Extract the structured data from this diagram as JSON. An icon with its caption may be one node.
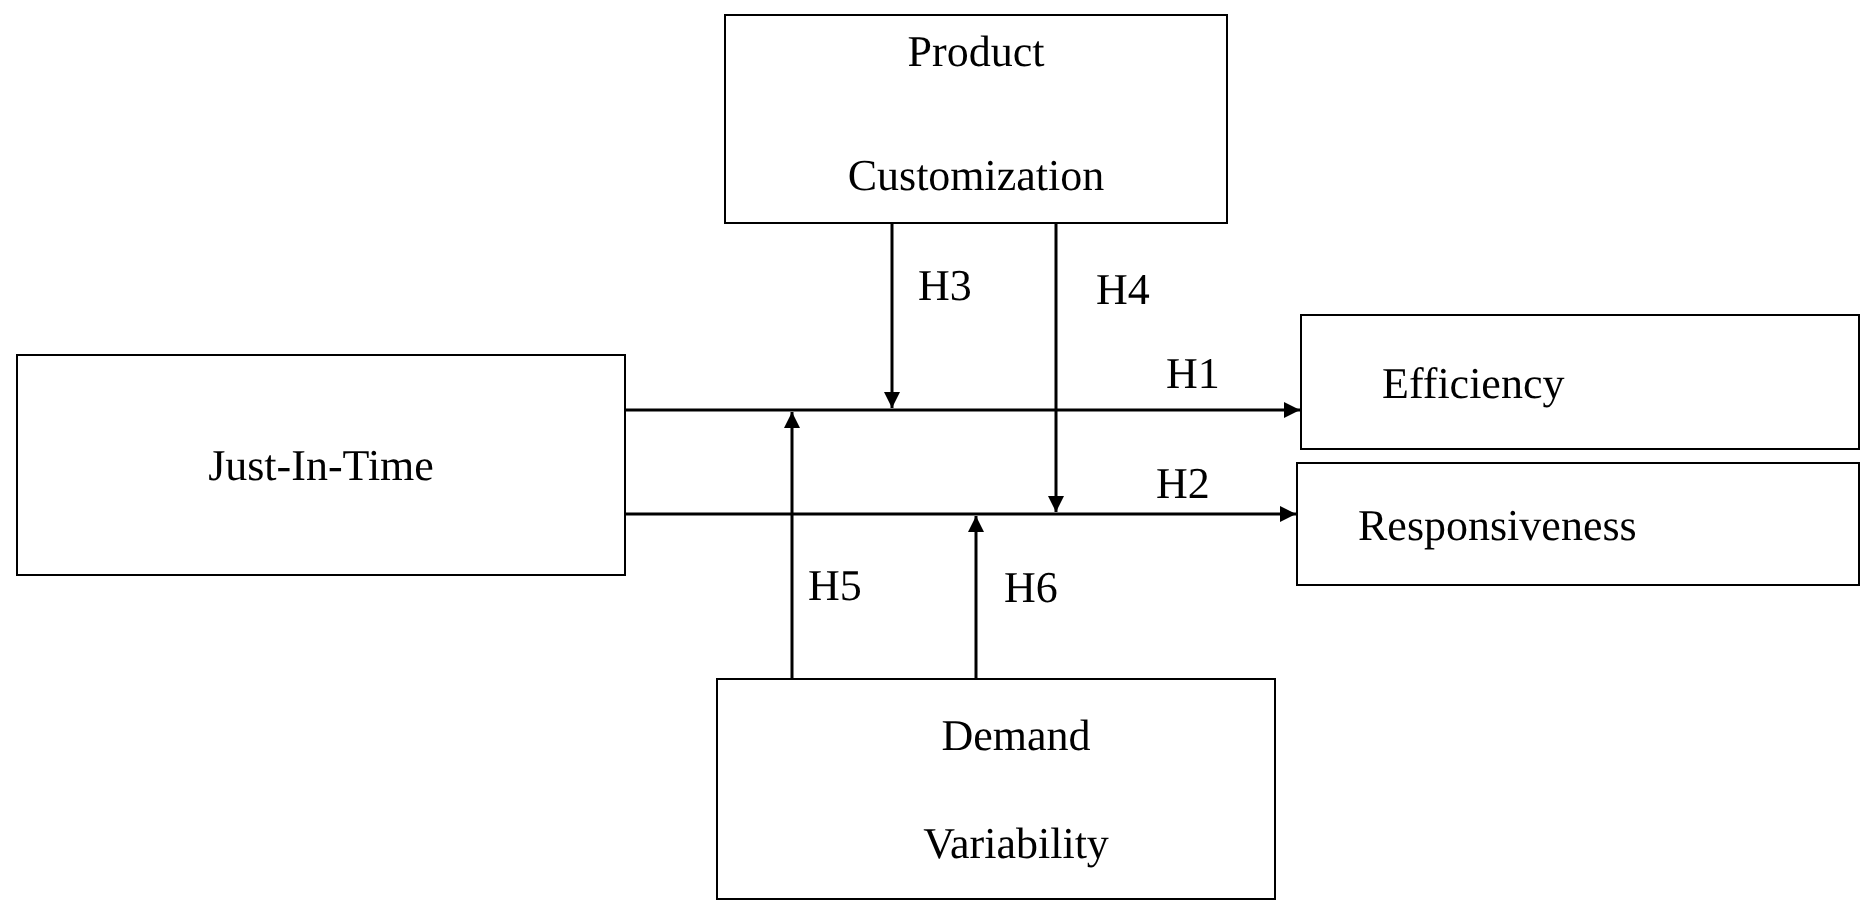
{
  "diagram": {
    "nodes": [
      {
        "text": [
          "Product Customization"
        ]
      },
      {
        "text": [
          "Just-In-Time"
        ]
      },
      {
        "text": [
          "Efficiency"
        ]
      },
      {
        "text": [
          "Responsiveness"
        ]
      },
      {
        "text": [
          "Demand Variability"
        ]
      }
    ],
    "edges": [
      {
        "from": 1,
        "to": 2,
        "arrow": "to",
        "label": "H1"
      },
      {
        "from": 1,
        "to": 3,
        "arrow": "to",
        "label": "H2"
      },
      {
        "from": 0,
        "to": null,
        "arrow": "to",
        "label": "H3"
      },
      {
        "from": 0,
        "to": null,
        "arrow": "to",
        "label": "H4"
      },
      {
        "from": 4,
        "to": null,
        "arrow": "to",
        "label": "H5"
      },
      {
        "from": 4,
        "to": null,
        "arrow": "to",
        "label": "H6"
      }
    ]
  }
}
